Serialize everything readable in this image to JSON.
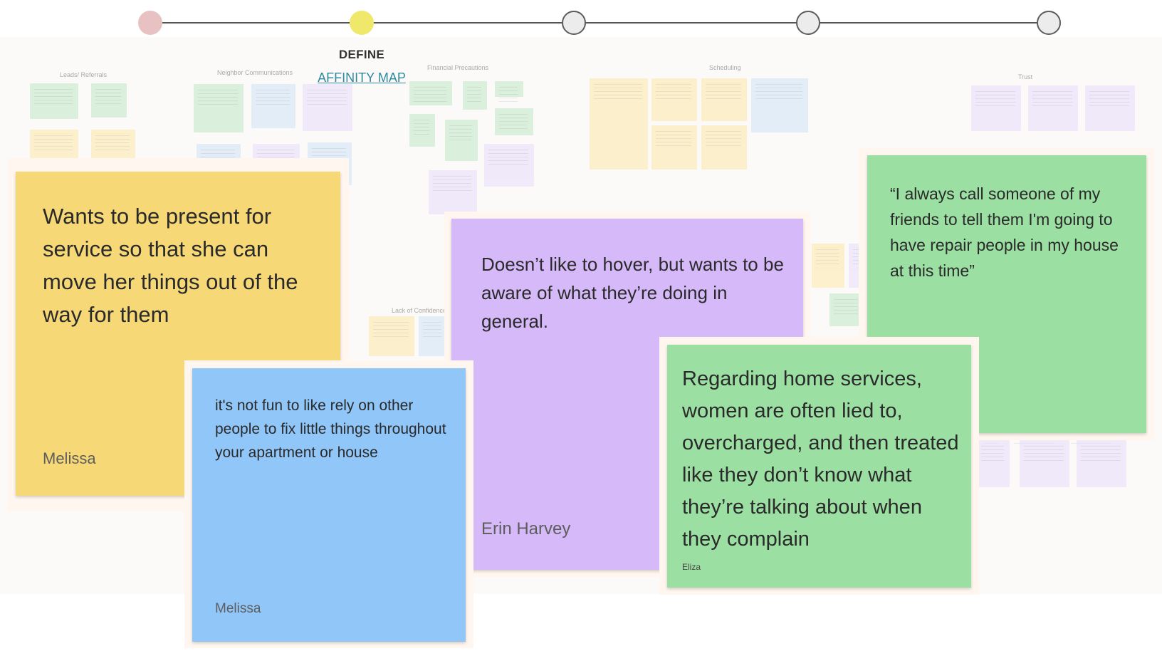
{
  "progress": {
    "steps": [
      {
        "state": "completed",
        "color": "#e8c2c2"
      },
      {
        "state": "current",
        "color": "#efe86a"
      },
      {
        "state": "upcoming",
        "color": "#ececec"
      },
      {
        "state": "upcoming",
        "color": "#ececec"
      },
      {
        "state": "upcoming",
        "color": "#ececec"
      }
    ],
    "current_phase": "DEFINE",
    "current_link": "AFFINITY MAP"
  },
  "board": {
    "group_labels": {
      "leads": "Leads/ Referrals",
      "neighbor": "Neighbor Communications",
      "financial": "Financial Precautions",
      "scheduling": "Scheduling",
      "trust": "Trust",
      "confidence": "Lack of Confidence"
    }
  },
  "notes": {
    "yellow": {
      "quote": "Wants to be present for service so that she can move her things out of the way for them",
      "author": "Melissa",
      "color": "#f6d877"
    },
    "purple": {
      "quote": "Doesn’t like to hover, but wants to be aware of what they’re doing in general.",
      "author": "Erin Harvey",
      "color": "#d6b9f8"
    },
    "green_top": {
      "quote": "“I always call someone of my friends to tell them I'm going to have repair people in my house at this time”",
      "color": "#9bdfa2"
    },
    "blue": {
      "quote": "it's not fun to like rely on other people to fix little things throughout your apartment or house",
      "author": "Melissa",
      "color": "#90c6f8"
    },
    "green_bottom": {
      "quote": "Regarding home services, women are often lied to, overcharged, and then treated like they don’t know what they’re talking about when they complain",
      "author": "Eliza",
      "color": "#9bdfa2"
    }
  }
}
